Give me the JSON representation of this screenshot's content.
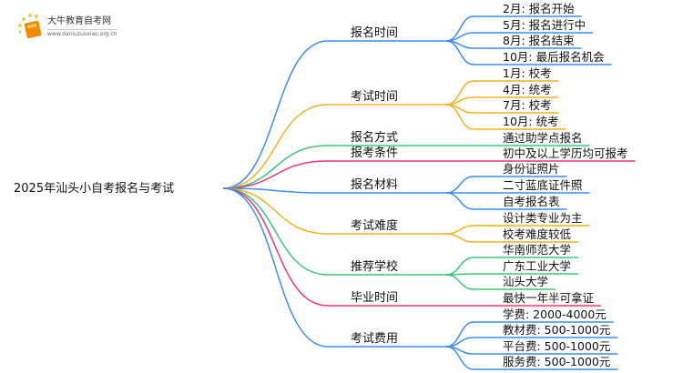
{
  "logo": {
    "title": "大牛教育自考网",
    "url": "www.daniuzuoxiao.org.cn"
  },
  "root": "2025年汕头小自考报名与考试",
  "colors": {
    "blue": "#3a8ef6",
    "orange": "#f5b120",
    "green": "#3cc77a",
    "pink": "#e8367a"
  },
  "branches": [
    {
      "label": "报名时间",
      "color": "blue",
      "children": [
        "2月: 报名开始",
        "5月: 报名进行中",
        "8月: 报名结束",
        "10月: 最后报名机会"
      ]
    },
    {
      "label": "考试时间",
      "color": "orange",
      "children": [
        "1月: 校考",
        "4月: 统考",
        "7月: 校考",
        "10月: 统考"
      ]
    },
    {
      "label": "报名方式",
      "color": "green",
      "children": [
        "通过助学点报名"
      ]
    },
    {
      "label": "报考条件",
      "color": "pink",
      "children": [
        "初中及以上学历均可报考"
      ]
    },
    {
      "label": "报名材料",
      "color": "blue",
      "children": [
        "身份证照片",
        "二寸蓝底证件照",
        "自考报名表"
      ]
    },
    {
      "label": "考试难度",
      "color": "orange",
      "children": [
        "设计类专业为主",
        "校考难度较低"
      ]
    },
    {
      "label": "推荐学校",
      "color": "green",
      "children": [
        "华南师范大学",
        "广东工业大学",
        "汕头大学"
      ]
    },
    {
      "label": "毕业时间",
      "color": "pink",
      "children": [
        "最快一年半可拿证"
      ]
    },
    {
      "label": "考试费用",
      "color": "blue",
      "children": [
        "学费: 2000-4000元",
        "教材费: 500-1000元",
        "平台费: 500-1000元",
        "服务费: 500-1000元"
      ]
    }
  ]
}
